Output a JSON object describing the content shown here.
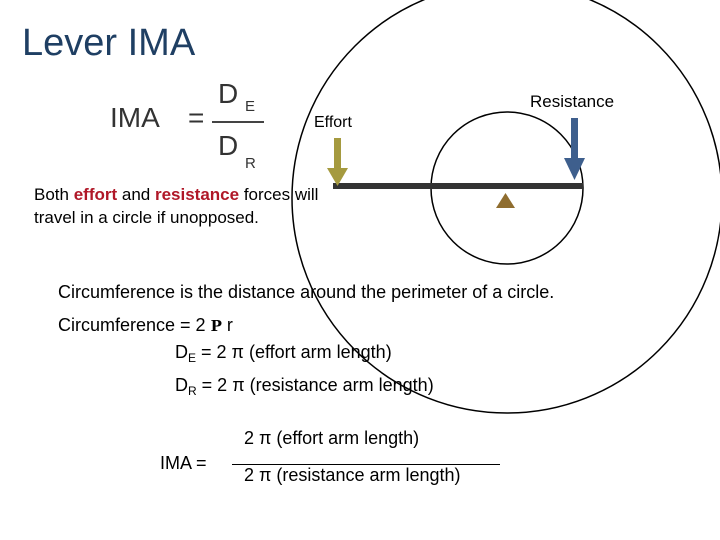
{
  "title": "Lever IMA",
  "formula": {
    "lhs": "IMA",
    "equals": "=",
    "num": "D",
    "num_sub": "E",
    "den": "D",
    "den_sub": "R"
  },
  "diagram": {
    "effort_label": "Effort",
    "resistance_label": "Resistance",
    "colors": {
      "beam": "#333333",
      "effort_arrow": "#a59a3f",
      "resistance_arrow": "#3e5f8d",
      "fulcrum": "#8f6d2f"
    }
  },
  "note": {
    "prefix": "Both ",
    "effort": "effort",
    "mid": " and ",
    "resistance": "resistance",
    "suffix": " forces will travel in a circle if unopposed."
  },
  "circumference": {
    "definition": "Circumference is the distance around the perimeter of a circle.",
    "formula_prefix": "Circumference = 2 ",
    "formula_symbol": "P",
    "formula_suffix": " r",
    "de_d": "D",
    "de_sub": "E",
    "de_rest": " = 2 π (effort arm length)",
    "dr_d": "D",
    "dr_sub": "R",
    "dr_rest": " = 2 π (resistance arm length)"
  },
  "ima_bottom": {
    "label": "IMA =",
    "numerator": "2 π (effort arm length)",
    "denominator": "2 π (resistance arm length)"
  }
}
